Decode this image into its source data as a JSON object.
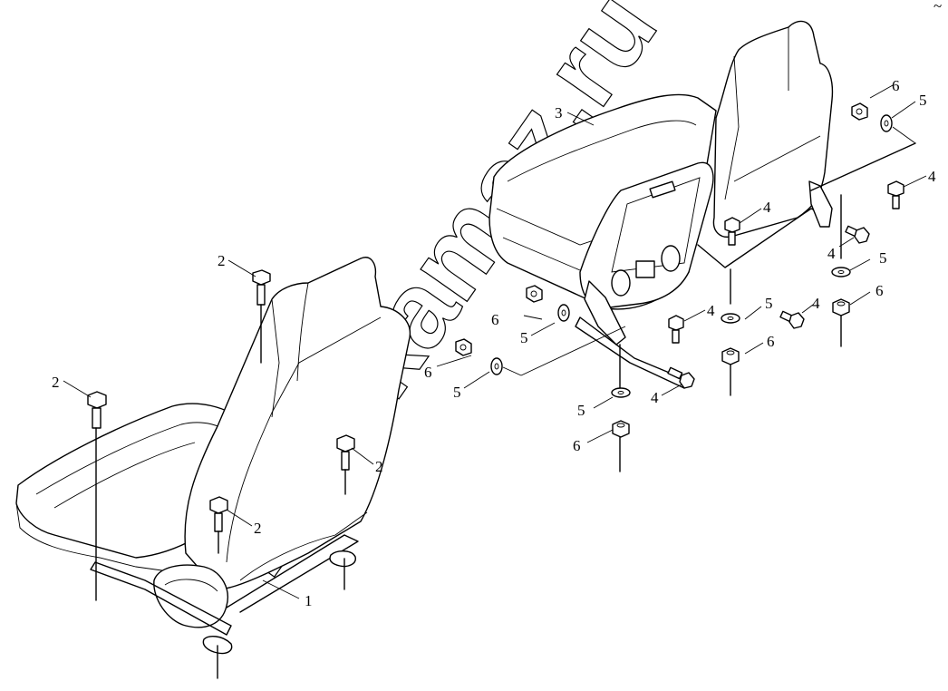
{
  "diagram": {
    "watermark": "zap-kamaz.ru",
    "corner_mark": "~",
    "callouts": {
      "c1": "1",
      "c2a": "2",
      "c2b": "2",
      "c2c": "2",
      "c2d": "2",
      "c3": "3",
      "c4a": "4",
      "c4b": "4",
      "c4c": "4",
      "c4d": "4",
      "c4e": "4",
      "c4f": "4",
      "c5a": "5",
      "c5b": "5",
      "c5c": "5",
      "c5d": "5",
      "c5e": "5",
      "c5f": "5",
      "c6a": "6",
      "c6b": "6",
      "c6c": "6",
      "c6d": "6",
      "c6e": "6",
      "c6f": "6"
    },
    "colors": {
      "line": "#000000",
      "background": "#ffffff"
    }
  }
}
